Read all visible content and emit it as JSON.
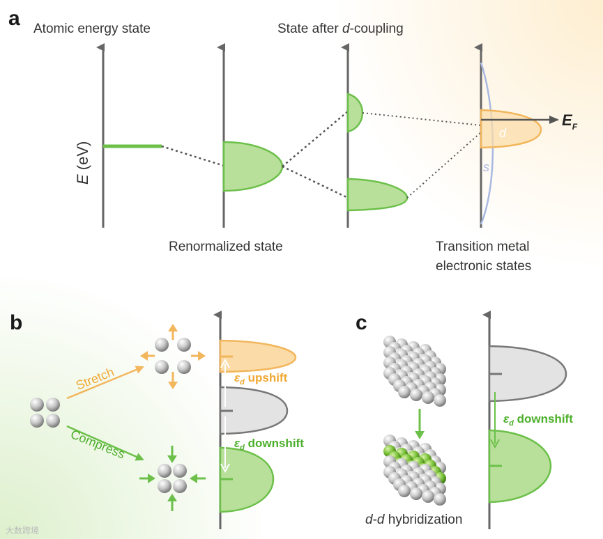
{
  "panels": {
    "a": {
      "letter": "a",
      "label_atomic": "Atomic energy state",
      "label_after_prefix": "State after ",
      "label_after_d": "d",
      "label_after_suffix": "-coupling",
      "label_renorm": "Renormalized state",
      "label_tm_line1": "Transition metal",
      "label_tm_line2": "electronic states",
      "axis_e": "E",
      "axis_unit": " (eV)",
      "fermi_e": "E",
      "fermi_sub": "F",
      "band_d": "d",
      "band_s": "s"
    },
    "b": {
      "letter": "b",
      "stretch": "Stretch",
      "compress": "Compress",
      "eps": "ε",
      "eps_sub": "d",
      "upshift": " upshift",
      "downshift": " downshift"
    },
    "c": {
      "letter": "c",
      "eps": "ε",
      "eps_sub": "d",
      "downshift": " downshift",
      "hyb_d1": "d",
      "hyb_dash": "-",
      "hyb_d2": "d",
      "hyb_rest": " hybridization"
    }
  },
  "watermark": "大数跨境",
  "colors": {
    "green": "#6cc04a",
    "green_fill": "#b9e09b",
    "orange": "#f2b65c",
    "orange_fill": "#fbdca9",
    "gray_fill": "#e3e3e3",
    "axis": "#666666"
  }
}
